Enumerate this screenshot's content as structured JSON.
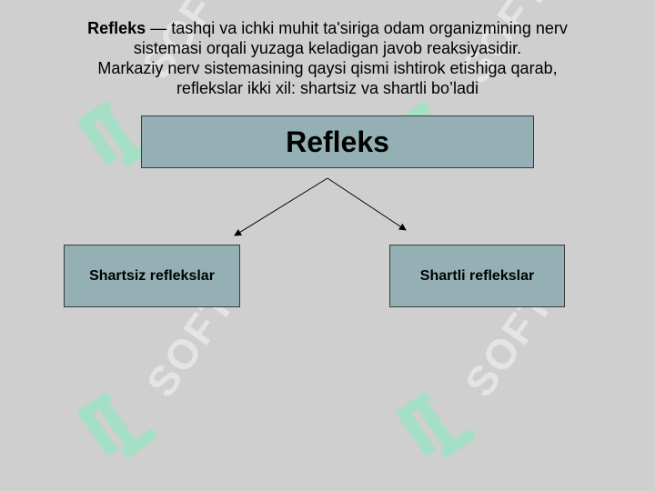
{
  "intro": {
    "term": "Refleks",
    "line1_rest": " — tashqi va ichki muhit ta'siriga odam organizmining nerv",
    "line2": "sistemasi orqali yuzaga keladigan javob reaksiyasidir.",
    "line3": "Markaziy nerv sistemasining qaysi qismi ishtirok etishiga qarab,",
    "line4": "reflekslar ikki xil: shartsiz va shartli bo’ladi"
  },
  "diagram": {
    "root": "Refleks",
    "left": "Shartsiz reflekslar",
    "right": "Shartli reflekslar"
  },
  "watermark": {
    "text": "SOFT"
  },
  "colors": {
    "background": "#cfcfcf",
    "box_fill": "#94b0b4",
    "watermark_logo": "#9ee2c4"
  }
}
